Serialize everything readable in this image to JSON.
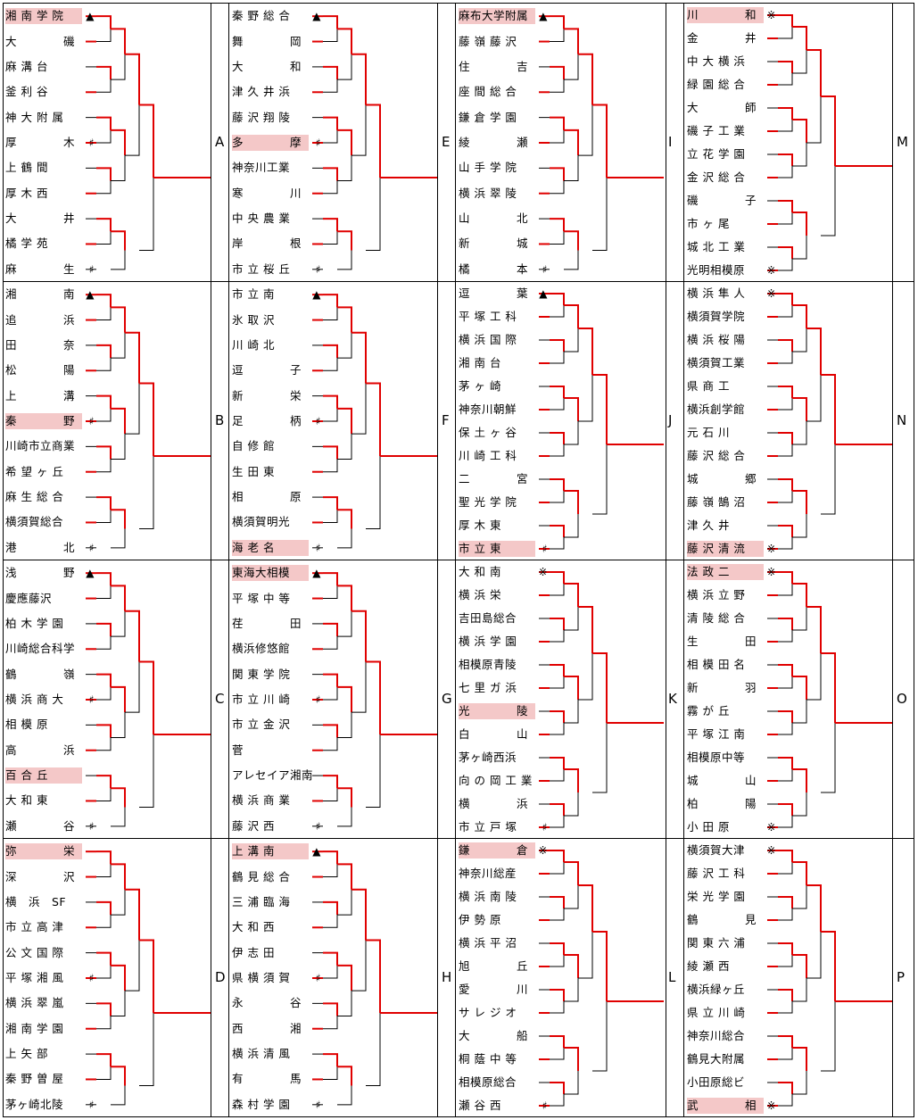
{
  "regions": [
    {
      "key": "A",
      "teams": [
        {
          "name": "湘 南 学 院",
          "mark": "▲",
          "hl": true
        },
        {
          "name": "大　　　　磯",
          "mark": ""
        },
        {
          "name": "麻 溝 台",
          "mark": ""
        },
        {
          "name": "釜 利 谷",
          "mark": ""
        },
        {
          "name": "神 大 附 属",
          "mark": ""
        },
        {
          "name": "厚　　　　木",
          "mark": "♯"
        },
        {
          "name": "上 鶴 間",
          "mark": ""
        },
        {
          "name": "厚 木 西",
          "mark": ""
        },
        {
          "name": "大　　　　井",
          "mark": ""
        },
        {
          "name": "橘 学 苑",
          "mark": ""
        },
        {
          "name": "麻　　　　生",
          "mark": "♯"
        }
      ]
    },
    {
      "key": "B",
      "teams": [
        {
          "name": "湘　　　　南",
          "mark": "▲"
        },
        {
          "name": "追　　　　浜",
          "mark": ""
        },
        {
          "name": "田　　　　奈",
          "mark": ""
        },
        {
          "name": "松　　　　陽",
          "mark": ""
        },
        {
          "name": "上　　　　溝",
          "mark": ""
        },
        {
          "name": "秦　　　　野",
          "mark": "♯",
          "hl": true
        },
        {
          "name": "川崎市立商業",
          "mark": ""
        },
        {
          "name": "希 望 ヶ 丘",
          "mark": ""
        },
        {
          "name": "麻 生 総 合",
          "mark": ""
        },
        {
          "name": "横須賀総合",
          "mark": ""
        },
        {
          "name": "港　　　　北",
          "mark": "♯"
        }
      ]
    },
    {
      "key": "C",
      "teams": [
        {
          "name": "浅　　　　野",
          "mark": "▲"
        },
        {
          "name": "慶應藤沢",
          "mark": ""
        },
        {
          "name": "柏 木 学 園",
          "mark": ""
        },
        {
          "name": "川崎総合科学",
          "mark": ""
        },
        {
          "name": "鶴　　　　嶺",
          "mark": ""
        },
        {
          "name": "横 浜 商 大",
          "mark": "♯"
        },
        {
          "name": "相 模 原",
          "mark": ""
        },
        {
          "name": "高　　　　浜",
          "mark": ""
        },
        {
          "name": "百 合 丘",
          "mark": "",
          "hl": true
        },
        {
          "name": "大 和 東",
          "mark": ""
        },
        {
          "name": "瀬　　　　谷",
          "mark": "♯"
        }
      ]
    },
    {
      "key": "D",
      "teams": [
        {
          "name": "弥　　　　栄",
          "mark": "",
          "hl": true
        },
        {
          "name": "深　　　　沢",
          "mark": ""
        },
        {
          "name": "横　浜　SF",
          "mark": ""
        },
        {
          "name": "市 立 高 津",
          "mark": ""
        },
        {
          "name": "公 文 国 際",
          "mark": ""
        },
        {
          "name": "平 塚 湘 風",
          "mark": "♯"
        },
        {
          "name": "横 浜 翠 嵐",
          "mark": ""
        },
        {
          "name": "湘 南 学 園",
          "mark": ""
        },
        {
          "name": "上 矢 部",
          "mark": ""
        },
        {
          "name": "秦 野 曽 屋",
          "mark": ""
        },
        {
          "name": "茅ヶ崎北陵",
          "mark": "♯"
        }
      ]
    },
    {
      "key": "E",
      "teams": [
        {
          "name": "秦 野 総 合",
          "mark": "▲"
        },
        {
          "name": "舞　　　　岡",
          "mark": ""
        },
        {
          "name": "大　　　　和",
          "mark": ""
        },
        {
          "name": "津 久 井 浜",
          "mark": ""
        },
        {
          "name": "藤 沢 翔 陵",
          "mark": ""
        },
        {
          "name": "多　　　　摩",
          "mark": "♯",
          "hl": true
        },
        {
          "name": "神奈川工業",
          "mark": ""
        },
        {
          "name": "寒　　　　川",
          "mark": ""
        },
        {
          "name": "中 央 農 業",
          "mark": ""
        },
        {
          "name": "岸　　　　根",
          "mark": ""
        },
        {
          "name": "市 立 桜 丘",
          "mark": "♯"
        }
      ]
    },
    {
      "key": "F",
      "teams": [
        {
          "name": "市 立 南",
          "mark": "▲"
        },
        {
          "name": "氷 取 沢",
          "mark": ""
        },
        {
          "name": "川 崎 北",
          "mark": ""
        },
        {
          "name": "逗　　　　子",
          "mark": ""
        },
        {
          "name": "新　　　　栄",
          "mark": ""
        },
        {
          "name": "足　　　　柄",
          "mark": "♯"
        },
        {
          "name": "自 修 館",
          "mark": ""
        },
        {
          "name": "生 田 東",
          "mark": ""
        },
        {
          "name": "相　　　　原",
          "mark": ""
        },
        {
          "name": "横須賀明光",
          "mark": ""
        },
        {
          "name": "海 老 名",
          "mark": "♯",
          "hl": true
        }
      ]
    },
    {
      "key": "G",
      "teams": [
        {
          "name": "東海大相模",
          "mark": "▲",
          "hl": true
        },
        {
          "name": "平 塚 中 等",
          "mark": ""
        },
        {
          "name": "荏　　　　田",
          "mark": ""
        },
        {
          "name": "横浜修悠館",
          "mark": ""
        },
        {
          "name": "関 東 学 院",
          "mark": ""
        },
        {
          "name": "市 立 川 崎",
          "mark": "♯"
        },
        {
          "name": "市 立 金 沢",
          "mark": ""
        },
        {
          "name": "菅",
          "mark": ""
        },
        {
          "name": "アレセイア湘南",
          "mark": ""
        },
        {
          "name": "横 浜 商 業",
          "mark": ""
        },
        {
          "name": "藤 沢 西",
          "mark": "♯"
        }
      ]
    },
    {
      "key": "H",
      "teams": [
        {
          "name": "上 溝 南",
          "mark": "▲",
          "hl": true
        },
        {
          "name": "鶴 見 総 合",
          "mark": ""
        },
        {
          "name": "三 浦 臨 海",
          "mark": ""
        },
        {
          "name": "大 和 西",
          "mark": ""
        },
        {
          "name": "伊 志 田",
          "mark": ""
        },
        {
          "name": "県 横 須 賀",
          "mark": "♯"
        },
        {
          "name": "永　　　　谷",
          "mark": ""
        },
        {
          "name": "西　　　　湘",
          "mark": ""
        },
        {
          "name": "横 浜 清 風",
          "mark": ""
        },
        {
          "name": "有　　　　馬",
          "mark": ""
        },
        {
          "name": "森 村 学 園",
          "mark": "♯"
        }
      ]
    },
    {
      "key": "I",
      "teams": [
        {
          "name": "麻布大学附属",
          "mark": "▲",
          "hl": true
        },
        {
          "name": "藤 嶺 藤 沢",
          "mark": ""
        },
        {
          "name": "住　　　　吉",
          "mark": ""
        },
        {
          "name": "座 間 総 合",
          "mark": ""
        },
        {
          "name": "鎌 倉 学 園",
          "mark": ""
        },
        {
          "name": "綾　　　　瀬",
          "mark": ""
        },
        {
          "name": "山 手 学 院",
          "mark": ""
        },
        {
          "name": "横 浜 翠 陵",
          "mark": ""
        },
        {
          "name": "山　　　　北",
          "mark": ""
        },
        {
          "name": "新　　　　城",
          "mark": ""
        },
        {
          "name": "橘　　　　本",
          "mark": "♯"
        }
      ]
    },
    {
      "key": "J",
      "teams": [
        {
          "name": "逗　　　　葉",
          "mark": "▲"
        },
        {
          "name": "平 塚 工 科",
          "mark": ""
        },
        {
          "name": "横 浜 国 際",
          "mark": ""
        },
        {
          "name": "湘 南 台",
          "mark": ""
        },
        {
          "name": "茅 ヶ 崎",
          "mark": ""
        },
        {
          "name": "神奈川朝鮮",
          "mark": ""
        },
        {
          "name": "保 土 ヶ 谷",
          "mark": ""
        },
        {
          "name": "川 崎 工 科",
          "mark": ""
        },
        {
          "name": "二　　　　宮",
          "mark": ""
        },
        {
          "name": "聖 光 学 院",
          "mark": ""
        },
        {
          "name": "厚 木 東",
          "mark": ""
        },
        {
          "name": "市 立 東",
          "mark": "♯",
          "hl": true
        }
      ]
    },
    {
      "key": "K",
      "teams": [
        {
          "name": "大 和 南",
          "mark": "※"
        },
        {
          "name": "横 浜 栄",
          "mark": ""
        },
        {
          "name": "吉田島総合",
          "mark": ""
        },
        {
          "name": "横 浜 学 園",
          "mark": ""
        },
        {
          "name": "相模原青陵",
          "mark": ""
        },
        {
          "name": "七 里 ガ 浜",
          "mark": ""
        },
        {
          "name": "光　　　　陵",
          "mark": "",
          "hl": true
        },
        {
          "name": "白　　　　山",
          "mark": ""
        },
        {
          "name": "茅ヶ崎西浜",
          "mark": ""
        },
        {
          "name": "向 の 岡 工 業",
          "mark": ""
        },
        {
          "name": "横　　　　浜",
          "mark": ""
        },
        {
          "name": "市 立 戸 塚",
          "mark": "♯"
        }
      ]
    },
    {
      "key": "L",
      "teams": [
        {
          "name": "鎌　　　　倉",
          "mark": "※",
          "hl": true
        },
        {
          "name": "神奈川総産",
          "mark": ""
        },
        {
          "name": "横 浜 南 陵",
          "mark": ""
        },
        {
          "name": "伊 勢 原",
          "mark": ""
        },
        {
          "name": "横 浜 平 沼",
          "mark": ""
        },
        {
          "name": "旭　　　　丘",
          "mark": ""
        },
        {
          "name": "愛　　　　川",
          "mark": ""
        },
        {
          "name": "サ レ ジ オ",
          "mark": ""
        },
        {
          "name": "大　　　　船",
          "mark": ""
        },
        {
          "name": "桐 蔭 中 等",
          "mark": ""
        },
        {
          "name": "相模原総合",
          "mark": ""
        },
        {
          "name": "瀬 谷 西",
          "mark": "♯"
        }
      ]
    },
    {
      "key": "M",
      "teams": [
        {
          "name": "川　　　　和",
          "mark": "※",
          "hl": true
        },
        {
          "name": "金　　　　井",
          "mark": ""
        },
        {
          "name": "中 大 横 浜",
          "mark": ""
        },
        {
          "name": "緑 園 総 合",
          "mark": ""
        },
        {
          "name": "大　　　　師",
          "mark": ""
        },
        {
          "name": "磯 子 工 業",
          "mark": ""
        },
        {
          "name": "立 花 学 園",
          "mark": ""
        },
        {
          "name": "金 沢 総 合",
          "mark": ""
        },
        {
          "name": "磯　　　　子",
          "mark": ""
        },
        {
          "name": "市 ヶ 尾",
          "mark": ""
        },
        {
          "name": "城 北 工 業",
          "mark": ""
        },
        {
          "name": "光明相模原",
          "mark": "※"
        }
      ]
    },
    {
      "key": "N",
      "teams": [
        {
          "name": "横 浜 隼 人",
          "mark": "※"
        },
        {
          "name": "横須賀学院",
          "mark": ""
        },
        {
          "name": "横 浜 桜 陽",
          "mark": ""
        },
        {
          "name": "横須賀工業",
          "mark": ""
        },
        {
          "name": "県 商 工",
          "mark": ""
        },
        {
          "name": "横浜創学館",
          "mark": ""
        },
        {
          "name": "元 石 川",
          "mark": ""
        },
        {
          "name": "藤 沢 総 合",
          "mark": ""
        },
        {
          "name": "城　　　　郷",
          "mark": ""
        },
        {
          "name": "藤 嶺 鵠 沼",
          "mark": ""
        },
        {
          "name": "津 久 井",
          "mark": ""
        },
        {
          "name": "藤 沢 清 流",
          "mark": "※",
          "hl": true
        }
      ]
    },
    {
      "key": "O",
      "teams": [
        {
          "name": "法 政 二",
          "mark": "※",
          "hl": true
        },
        {
          "name": "横 浜 立 野",
          "mark": ""
        },
        {
          "name": "清 陵 総 合",
          "mark": ""
        },
        {
          "name": "生　　　　田",
          "mark": ""
        },
        {
          "name": "相 模 田 名",
          "mark": ""
        },
        {
          "name": "新　　　　羽",
          "mark": ""
        },
        {
          "name": "霧 が 丘",
          "mark": ""
        },
        {
          "name": "平 塚 江 南",
          "mark": ""
        },
        {
          "name": "相模原中等",
          "mark": ""
        },
        {
          "name": "城　　　　山",
          "mark": ""
        },
        {
          "name": "柏　　　　陽",
          "mark": ""
        },
        {
          "name": "小 田 原",
          "mark": "※"
        }
      ]
    },
    {
      "key": "P",
      "teams": [
        {
          "name": "横須賀大津",
          "mark": "※"
        },
        {
          "name": "藤 沢 工 科",
          "mark": ""
        },
        {
          "name": "栄 光 学 園",
          "mark": ""
        },
        {
          "name": "鶴　　　　見",
          "mark": ""
        },
        {
          "name": "関 東 六 浦",
          "mark": ""
        },
        {
          "name": "綾 瀬 西",
          "mark": ""
        },
        {
          "name": "横浜緑ヶ丘",
          "mark": ""
        },
        {
          "name": "県 立 川 崎",
          "mark": ""
        },
        {
          "name": "神奈川総合",
          "mark": ""
        },
        {
          "name": "鶴見大附属",
          "mark": ""
        },
        {
          "name": "小田原総ビ",
          "mark": ""
        },
        {
          "name": "武　　　　相",
          "mark": "※",
          "hl": true
        }
      ]
    }
  ],
  "colors": {
    "winner_line": "#e00000",
    "loser_line": "#000000",
    "highlight": "#f4c8c8"
  }
}
